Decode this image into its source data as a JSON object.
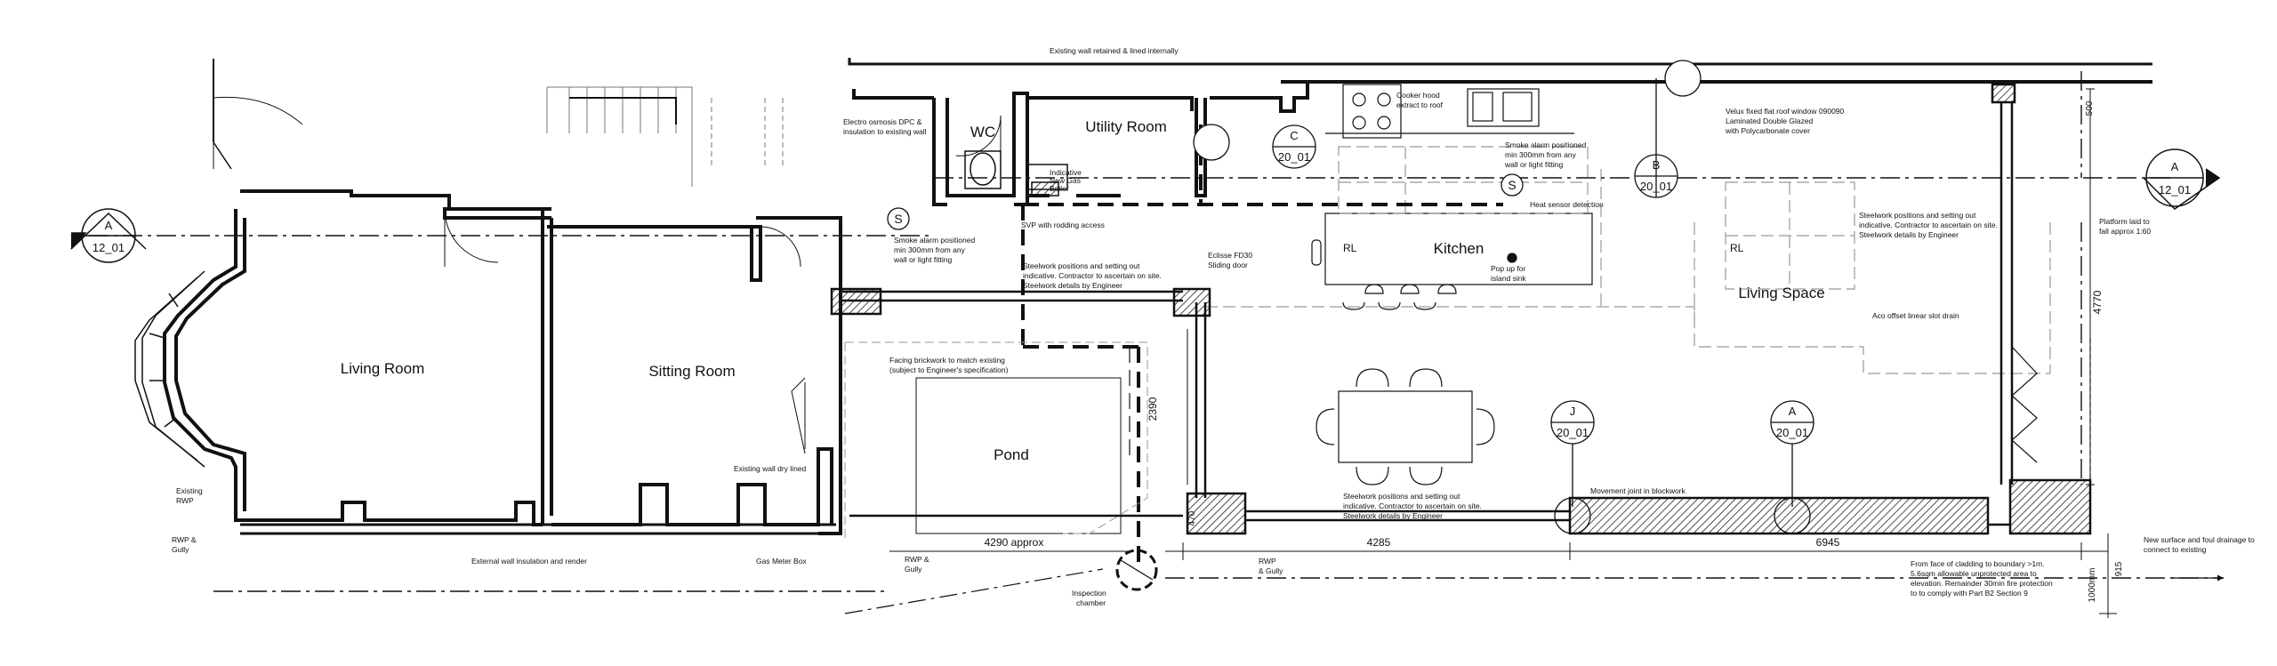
{
  "rooms": {
    "living_room": "Living Room",
    "sitting_room": "Sitting Room",
    "wc": "WC",
    "utility_room": "Utility Room",
    "kitchen": "Kitchen",
    "living_space": "Living Space",
    "pond": "Pond"
  },
  "notes": {
    "existing_wall_retained": "Existing wall retained  & lined internally",
    "electro_osmosis_1": "Electro osmosis DPC &",
    "electro_osmosis_2": "insulation to existing wall",
    "cooker_hood_1": "Cooker hood",
    "cooker_hood_2": "extract to roof",
    "velux_1": "Velux fixed flat roof window 090090",
    "velux_2": "Laminated Double Glazed",
    "velux_3": "with Polycarbonate cover",
    "smoke_alarm_right_1": "Smoke alarm positioned",
    "smoke_alarm_right_2": "min 300mm from any",
    "smoke_alarm_right_3": "wall or light fitting",
    "smoke_alarm_left_1": "Smoke alarm positioned",
    "smoke_alarm_left_2": "min 300mm from any",
    "smoke_alarm_left_3": "wall or light fitting",
    "indicative_1": "Indicative",
    "indicative_2": "New Gas",
    "indicative_3": "Boiler",
    "svp": "SVP with rodding access",
    "heat_sensor": "Heat sensor detection",
    "eclisse_1": "Eclisse FD30",
    "eclisse_2": "Sliding door",
    "popup_1": "Pop up for",
    "popup_2": "island sink",
    "steel_a_1": "Steelwork positions and setting out",
    "steel_a_2": "indicative. Contractor to ascertain on site.",
    "steel_a_3": "Steelwork details by Engineer",
    "steel_b_1": "Steelwork positions and setting out",
    "steel_b_2": "indicative. Contractor to ascertain on site.",
    "steel_b_3": "Steelwork details by Engineer",
    "steel_c_1": "Steelwork positions and setting out",
    "steel_c_2": "indicative. Contractor to ascertain on site.",
    "steel_c_3": "Steelwork details by Engineer",
    "platform_1": "Platform laid to",
    "platform_2": "fall approx 1:60",
    "aco": "Aco offset linear slot drain",
    "facing_1": "Facing brickwork to match existing",
    "facing_2": "(subject to Engineer's specification)",
    "existing_dry_lined": "Existing wall dry lined",
    "existing_rwp_1": "Existing",
    "existing_rwp_2": "RWP",
    "rwp_gully_left_1": "RWP &",
    "rwp_gully_left_2": "Gully",
    "external_insulation": "External wall insulation and render",
    "gas_meter": "Gas Meter Box",
    "rwp_gully_mid_1": "RWP &",
    "rwp_gully_mid_2": "Gully",
    "inspection_1": "Inspection",
    "inspection_2": "chamber",
    "rwp_gully_right_1": "RWP",
    "rwp_gully_right_2": "& Gully",
    "movement_joint": "Movement joint in blockwork",
    "cladding_1": "From face of cladding to boundary >1m.",
    "cladding_2": "5.6sqm allowable unprotected area to",
    "cladding_3": "elevation. Remainder 30min fire protection",
    "cladding_4": "to to comply with Part B2 Section 9",
    "new_surface_1": "New surface and foul drainage to",
    "new_surface_2": "connect to existing",
    "rl_left": "RL",
    "rl_right": "RL",
    "smoke_symbol": "S"
  },
  "dimensions": {
    "d2390": "2390",
    "d4290": "4290 approx",
    "d4285": "4285",
    "d6945": "6945",
    "d4770": "4770",
    "d500": "500",
    "d1000": "1000mm",
    "d915": "915",
    "d470": "470"
  },
  "section_markers": {
    "left_letter": "A",
    "left_ref": "12_01",
    "right_letter": "A",
    "right_ref": "12_01",
    "b_letter": "B",
    "b_ref": "20_01",
    "c_letter": "C",
    "c_ref": "20_01",
    "j_letter": "J",
    "j_ref": "20_01",
    "a2_letter": "A",
    "a2_ref": "20_01"
  }
}
